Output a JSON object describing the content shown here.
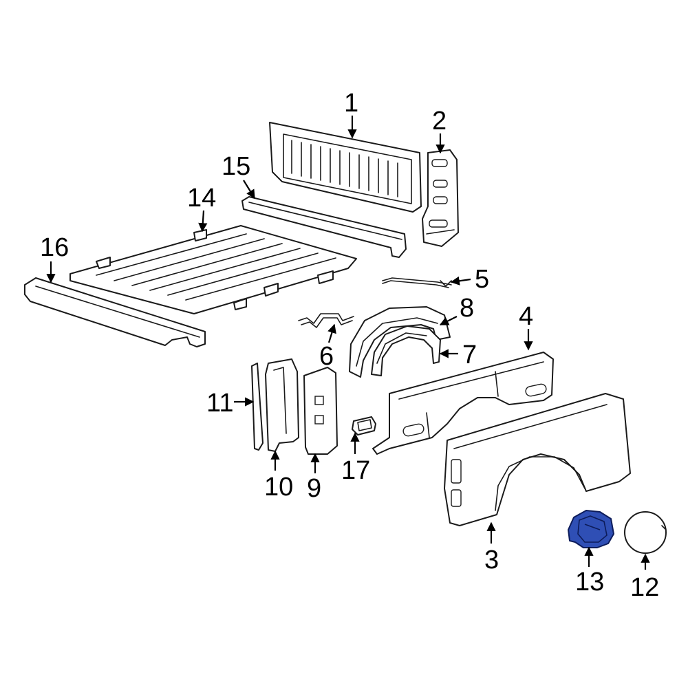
{
  "diagram": {
    "highlight_color": "#2f4fb5",
    "callouts": [
      {
        "id": "c1",
        "label": "1"
      },
      {
        "id": "c2",
        "label": "2"
      },
      {
        "id": "c3",
        "label": "3"
      },
      {
        "id": "c4",
        "label": "4"
      },
      {
        "id": "c5",
        "label": "5"
      },
      {
        "id": "c6",
        "label": "6"
      },
      {
        "id": "c7",
        "label": "7"
      },
      {
        "id": "c8",
        "label": "8"
      },
      {
        "id": "c9",
        "label": "9"
      },
      {
        "id": "c10",
        "label": "10"
      },
      {
        "id": "c11",
        "label": "11"
      },
      {
        "id": "c12",
        "label": "12"
      },
      {
        "id": "c13",
        "label": "13"
      },
      {
        "id": "c14",
        "label": "14"
      },
      {
        "id": "c15",
        "label": "15"
      },
      {
        "id": "c16",
        "label": "16"
      },
      {
        "id": "c17",
        "label": "17"
      }
    ]
  }
}
